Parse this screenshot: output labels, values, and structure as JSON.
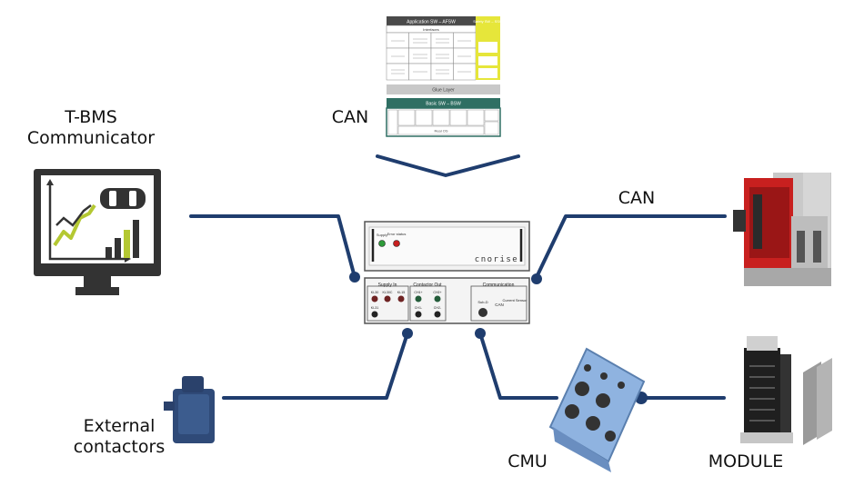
{
  "labels": {
    "tbms_line1": "T-BMS",
    "tbms_line2": "Communicator",
    "can_top": "CAN",
    "can_right": "CAN",
    "ext_line1": "External",
    "ext_line2": "contactors",
    "cmu": "CMU",
    "module": "MODULE"
  },
  "software_stack": {
    "app_header": "Application SW – AFSW",
    "safety_header": "Safety SW – SSW",
    "app_sub": "Interfaces",
    "glue_layer": "Glue Layer",
    "basic_header": "Basic SW – BSW",
    "os": "Real OS"
  },
  "device": {
    "brand": "cnorise",
    "led_left": "Supply",
    "led_right": "Error status",
    "group_supply": "Supply In",
    "group_contactor": "Contactor Out",
    "group_comm": "Communication",
    "supply_ports": [
      "KL30",
      "KL30C",
      "KL15"
    ],
    "supply_gnd": "KL31",
    "contactor_ports": [
      "CH1+",
      "CH2+",
      "CH1-",
      "CH2-"
    ],
    "comm_port": "Sub-D",
    "comm_can": "CAN",
    "comm_sensor": "Current Sensor"
  },
  "colors": {
    "line": "#1f3d6e",
    "stack_dark": "#4a4a4a",
    "stack_teal": "#2f6f63",
    "safety": "#e6e63a",
    "chart_green": "#b4c832",
    "cmu_blue": "#8fb3e0",
    "machine_red": "#c8201f"
  }
}
